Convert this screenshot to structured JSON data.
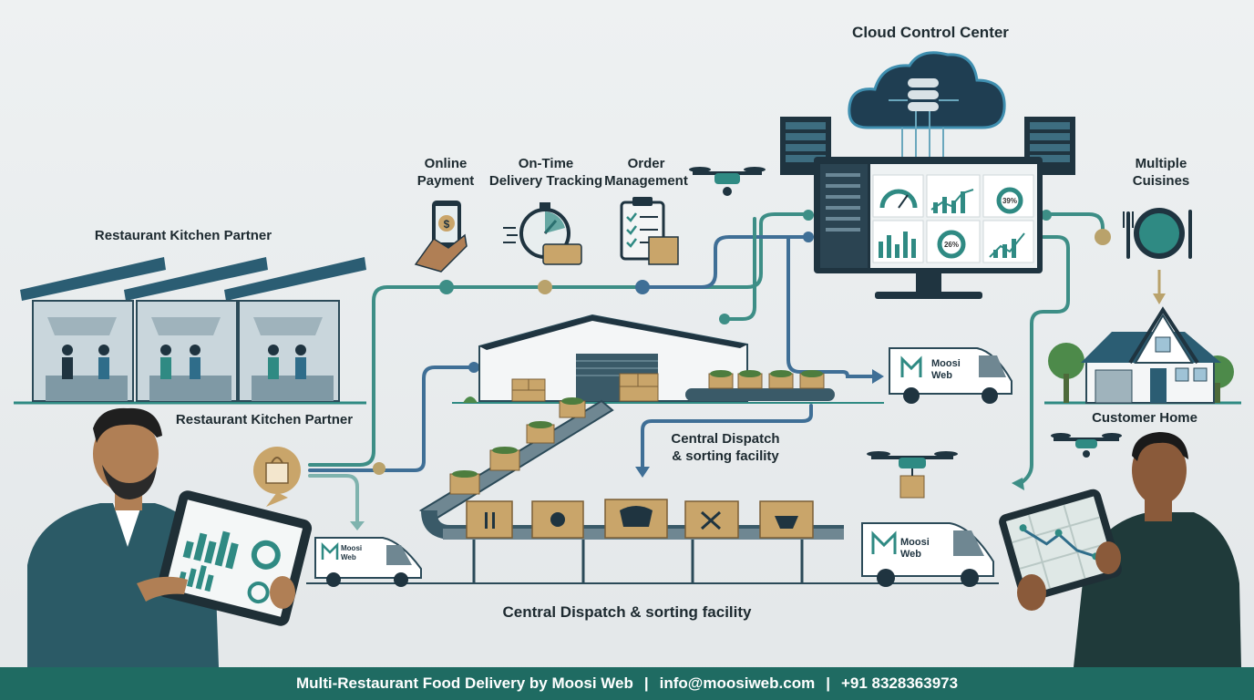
{
  "labels": {
    "cloud": "Cloud Control Center",
    "online_payment": "Online\nPayment",
    "delivery_tracking": "On-Time\nDelivery Tracking",
    "order_management": "Order\nManagement",
    "multiple_cuisines": "Multiple\nCuisines",
    "restaurant_top": "Restaurant Kitchen Partner",
    "restaurant_bottom": "Restaurant Kitchen Partner",
    "customer_home": "Customer Home",
    "dispatch_right": "Central Dispatch\n& sorting facility",
    "dispatch_bottom": "Central Dispatch & sorting facility"
  },
  "dashboard": {
    "pct_a": "39%",
    "pct_b": "26%"
  },
  "vans": {
    "brand_line1": "Moosi",
    "brand_line2": "Web"
  },
  "footer": {
    "title": "Multi-Restaurant Food Delivery by Moosi Web",
    "email": "info@moosiweb.com",
    "phone": "+91 8328363973",
    "separator": "|"
  },
  "colors": {
    "teal": "#2f8a83",
    "blue": "#3f6f96",
    "gold": "#b9a26b",
    "navy": "#1f3440",
    "footer": "#1f6b62"
  }
}
